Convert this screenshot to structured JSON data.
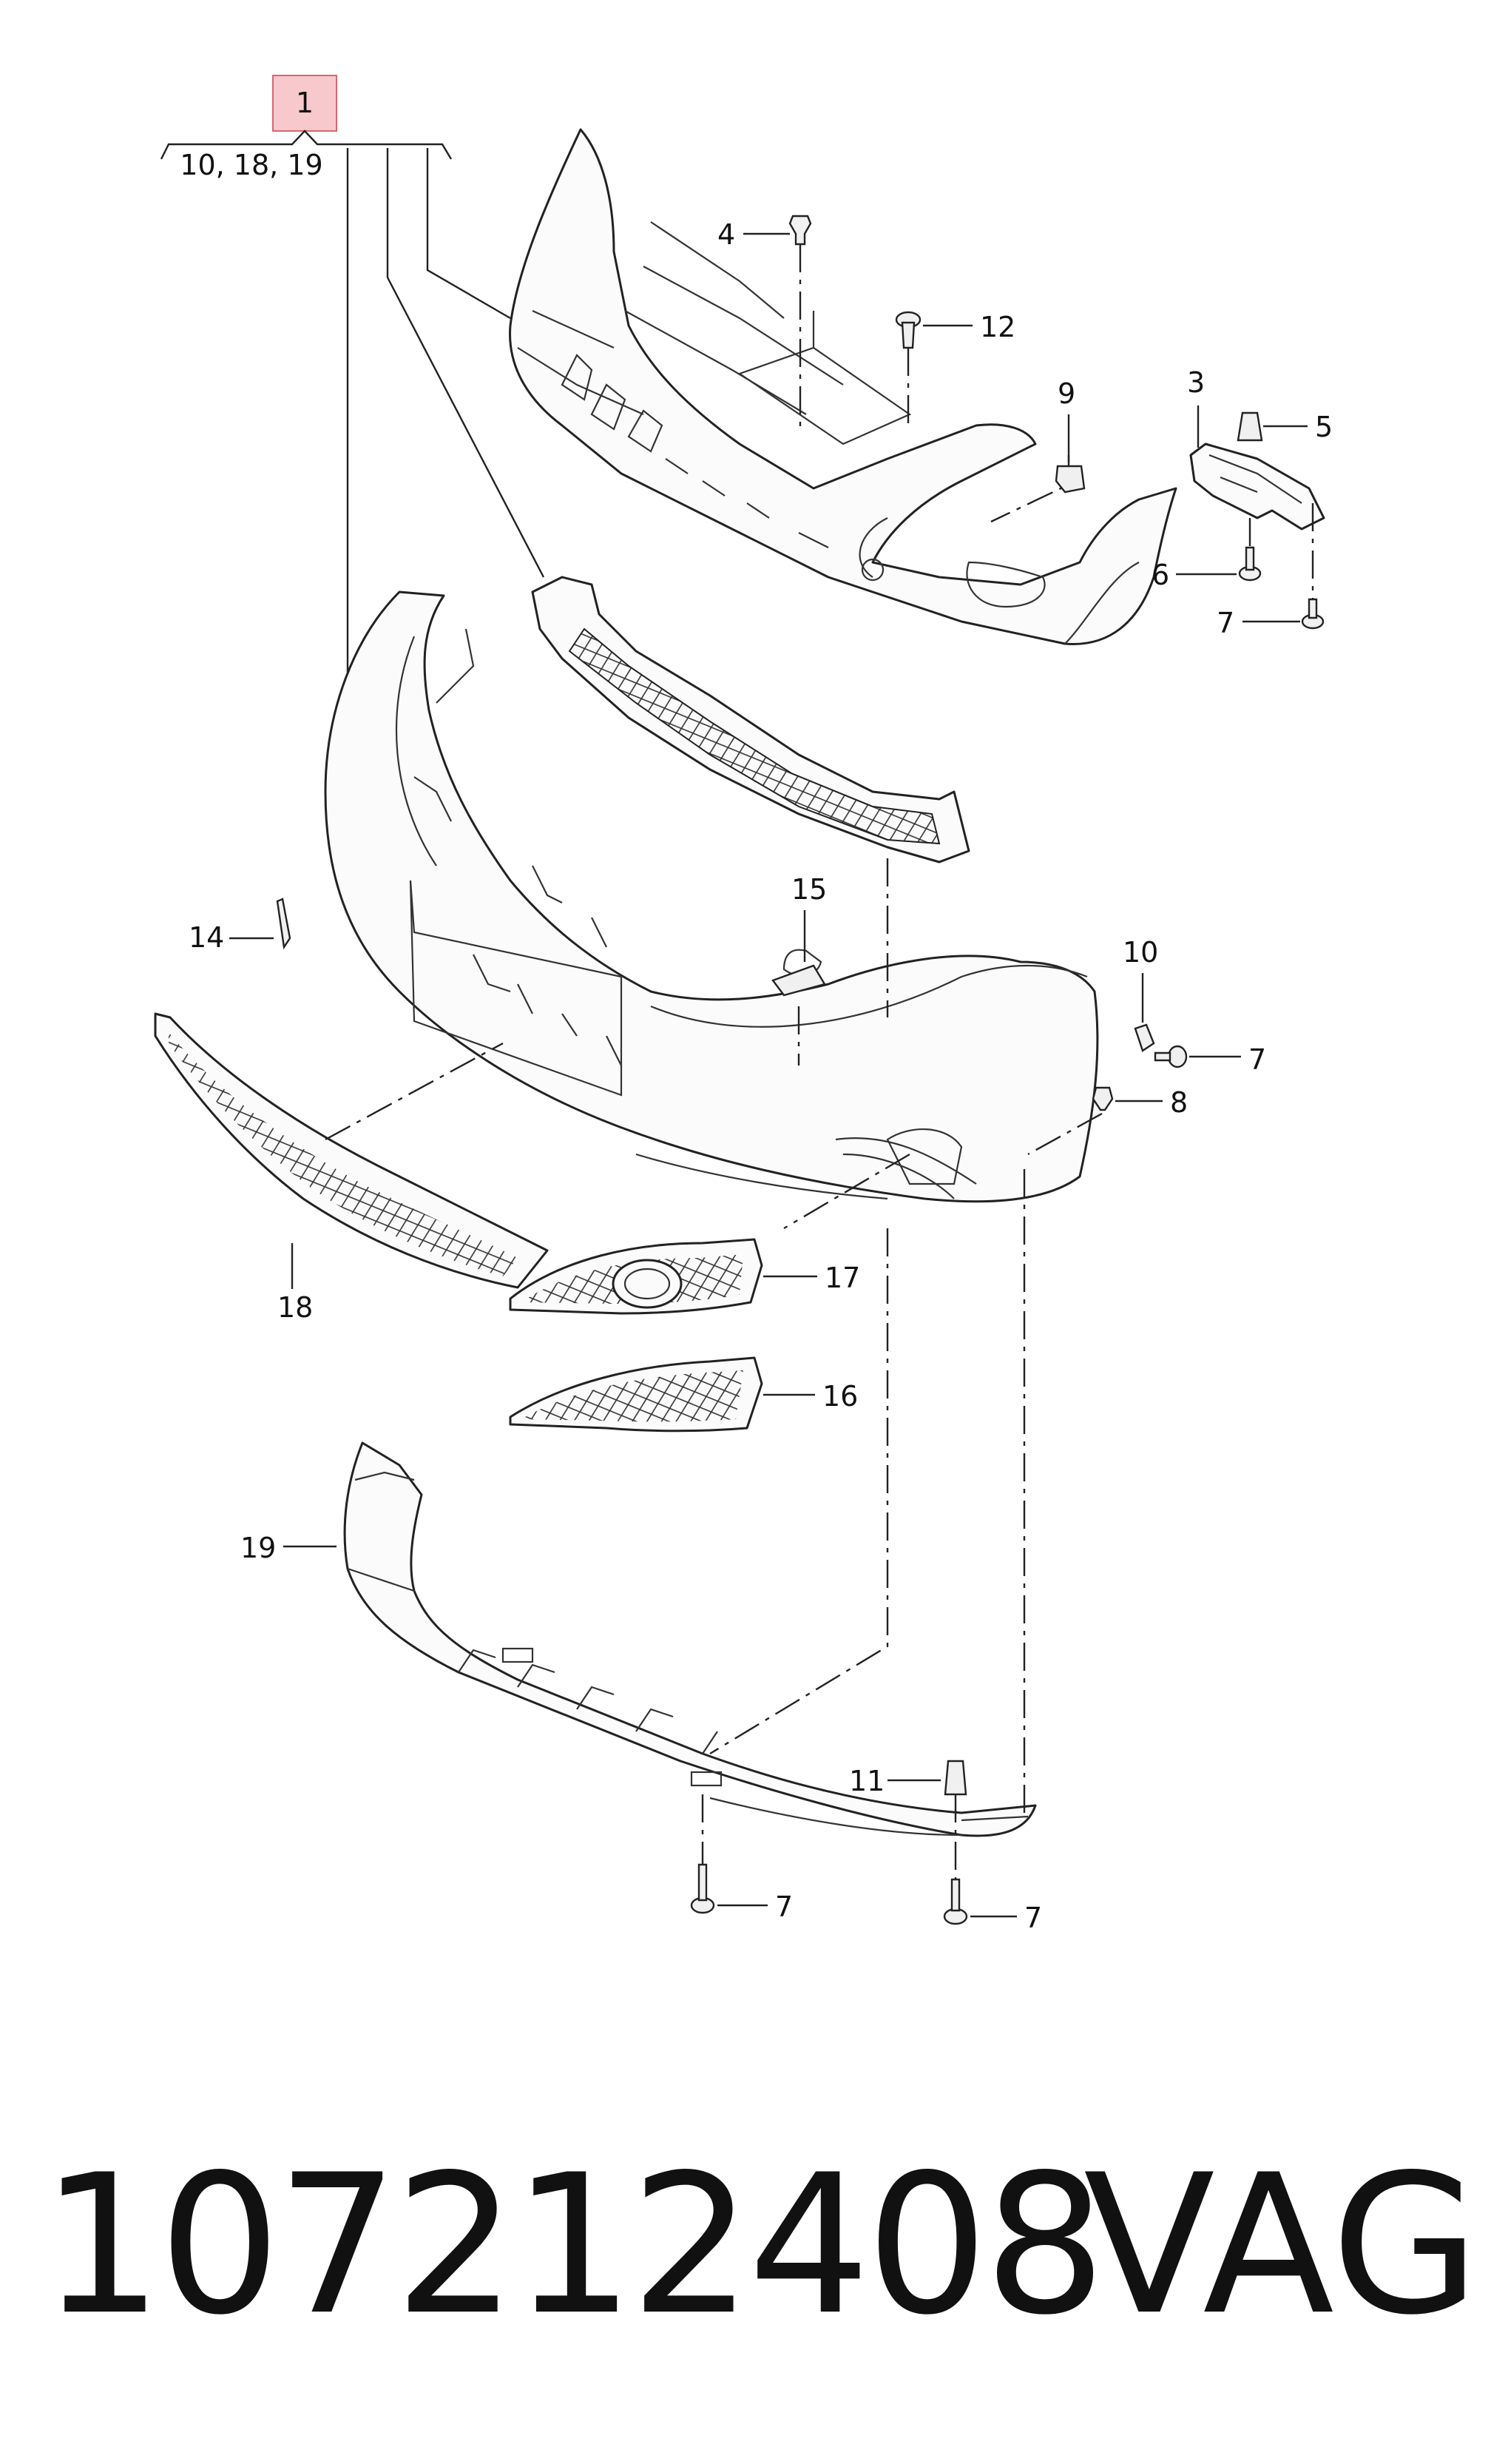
{
  "callouts": {
    "c1": "1",
    "c1_sub": "10, 18, 19",
    "c3": "3",
    "c4": "4",
    "c5": "5",
    "c6": "6",
    "c7a": "7",
    "c7b": "7",
    "c7c": "7",
    "c7d": "7",
    "c8": "8",
    "c9": "9",
    "c10": "10",
    "c11": "11",
    "c12": "12",
    "c14": "14",
    "c15": "15",
    "c16": "16",
    "c17": "17",
    "c18": "18",
    "c19": "19"
  },
  "footer": {
    "part_number": "107212408",
    "brand": "VAG"
  },
  "colors": {
    "highlight_fill": "#f7c9cc",
    "highlight_stroke": "#d9656e",
    "ink": "#111111"
  }
}
